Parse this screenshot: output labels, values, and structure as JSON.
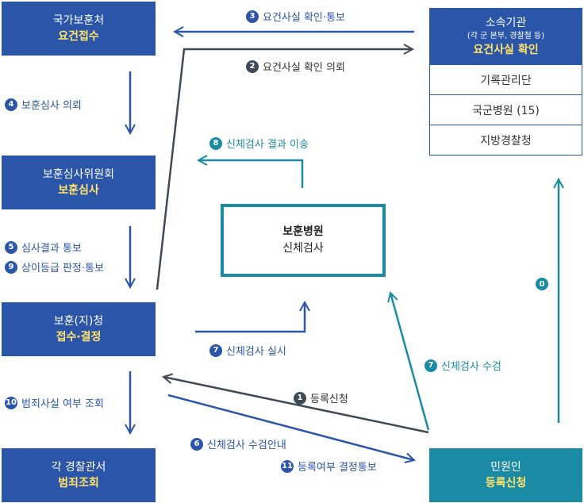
{
  "boxes": {
    "veterans_office": {
      "line1": "국가보훈처",
      "line2": "요건접수"
    },
    "review_committee": {
      "line1": "보훈심사위원회",
      "line2": "보훈심사"
    },
    "regional_office": {
      "line1": "보훈(지)청",
      "line2": "접수·결정"
    },
    "police": {
      "line1": "각 경찰관서",
      "line2": "범죄조회"
    },
    "agency": {
      "line1": "소속기관",
      "line_small": "(각 군 본부, 경찰철 등)",
      "line2": "요건사실 확인",
      "items": [
        "기록관리단",
        "국군병원 (15)",
        "지방경찰청"
      ]
    },
    "hospital": {
      "line1": "보훈병원",
      "line2": "신체검사"
    },
    "applicant": {
      "line1": "민원인",
      "line2": "등록신청"
    }
  },
  "steps": [
    {
      "num": "3",
      "text": "요건사실 확인·통보"
    },
    {
      "num": "2",
      "text": "요건사실 확인 의뢰"
    },
    {
      "num": "4",
      "text": "보훈심사 의뢰"
    },
    {
      "num": "8",
      "text": "신체검사 결과 이송"
    },
    {
      "num": "5",
      "text": "심사결과 통보"
    },
    {
      "num": "9",
      "text": "상이등급 판정·통보"
    },
    {
      "num": "0",
      "text": ""
    },
    {
      "num": "7",
      "text": "신체검사 실시"
    },
    {
      "num": "7",
      "text": "신체검사 수검"
    },
    {
      "num": "1",
      "text": "등록신청"
    },
    {
      "num": "10",
      "text": "범죄사실 여부 조회"
    },
    {
      "num": "6",
      "text": "신체검사 수검안내"
    },
    {
      "num": "11",
      "text": "등록여부 결정통보"
    }
  ],
  "colors": {
    "blue": "#2b55a8",
    "teal": "#1b8ba5",
    "dark": "#3f4a57",
    "highlight": "#ffe36b"
  }
}
